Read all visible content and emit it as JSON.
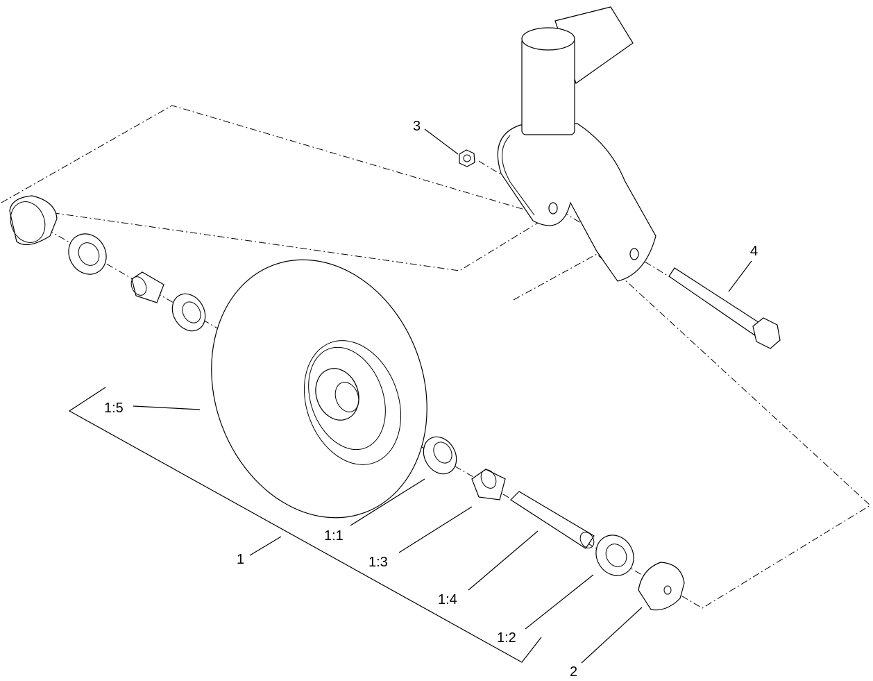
{
  "diagram": {
    "callouts": {
      "c1": "1",
      "c11": "1:1",
      "c12": "1:2",
      "c13": "1:3",
      "c14": "1:4",
      "c15": "1:5",
      "c2": "2",
      "c3": "3",
      "c4": "4"
    }
  },
  "colors": {
    "line": "#000000",
    "background": "#ffffff"
  }
}
